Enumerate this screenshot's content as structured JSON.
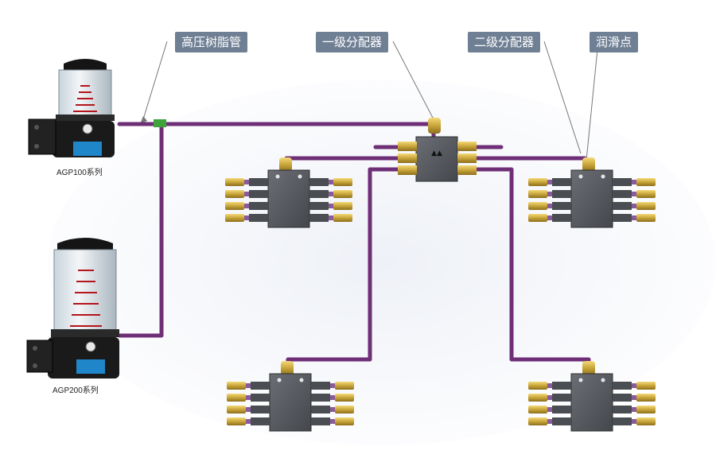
{
  "labels": {
    "pipe": "高压树脂管",
    "primary_distributor": "一级分配器",
    "secondary_distributor": "二级分配器",
    "lube_point": "润滑点"
  },
  "pumps": [
    {
      "model": "AGP100系列"
    },
    {
      "model": "AGP200系列"
    }
  ],
  "colors": {
    "pipe": "#6e2f77",
    "callout_bg": "#6f7f94",
    "block": "#56595f",
    "fitting": "#c8a53a"
  }
}
